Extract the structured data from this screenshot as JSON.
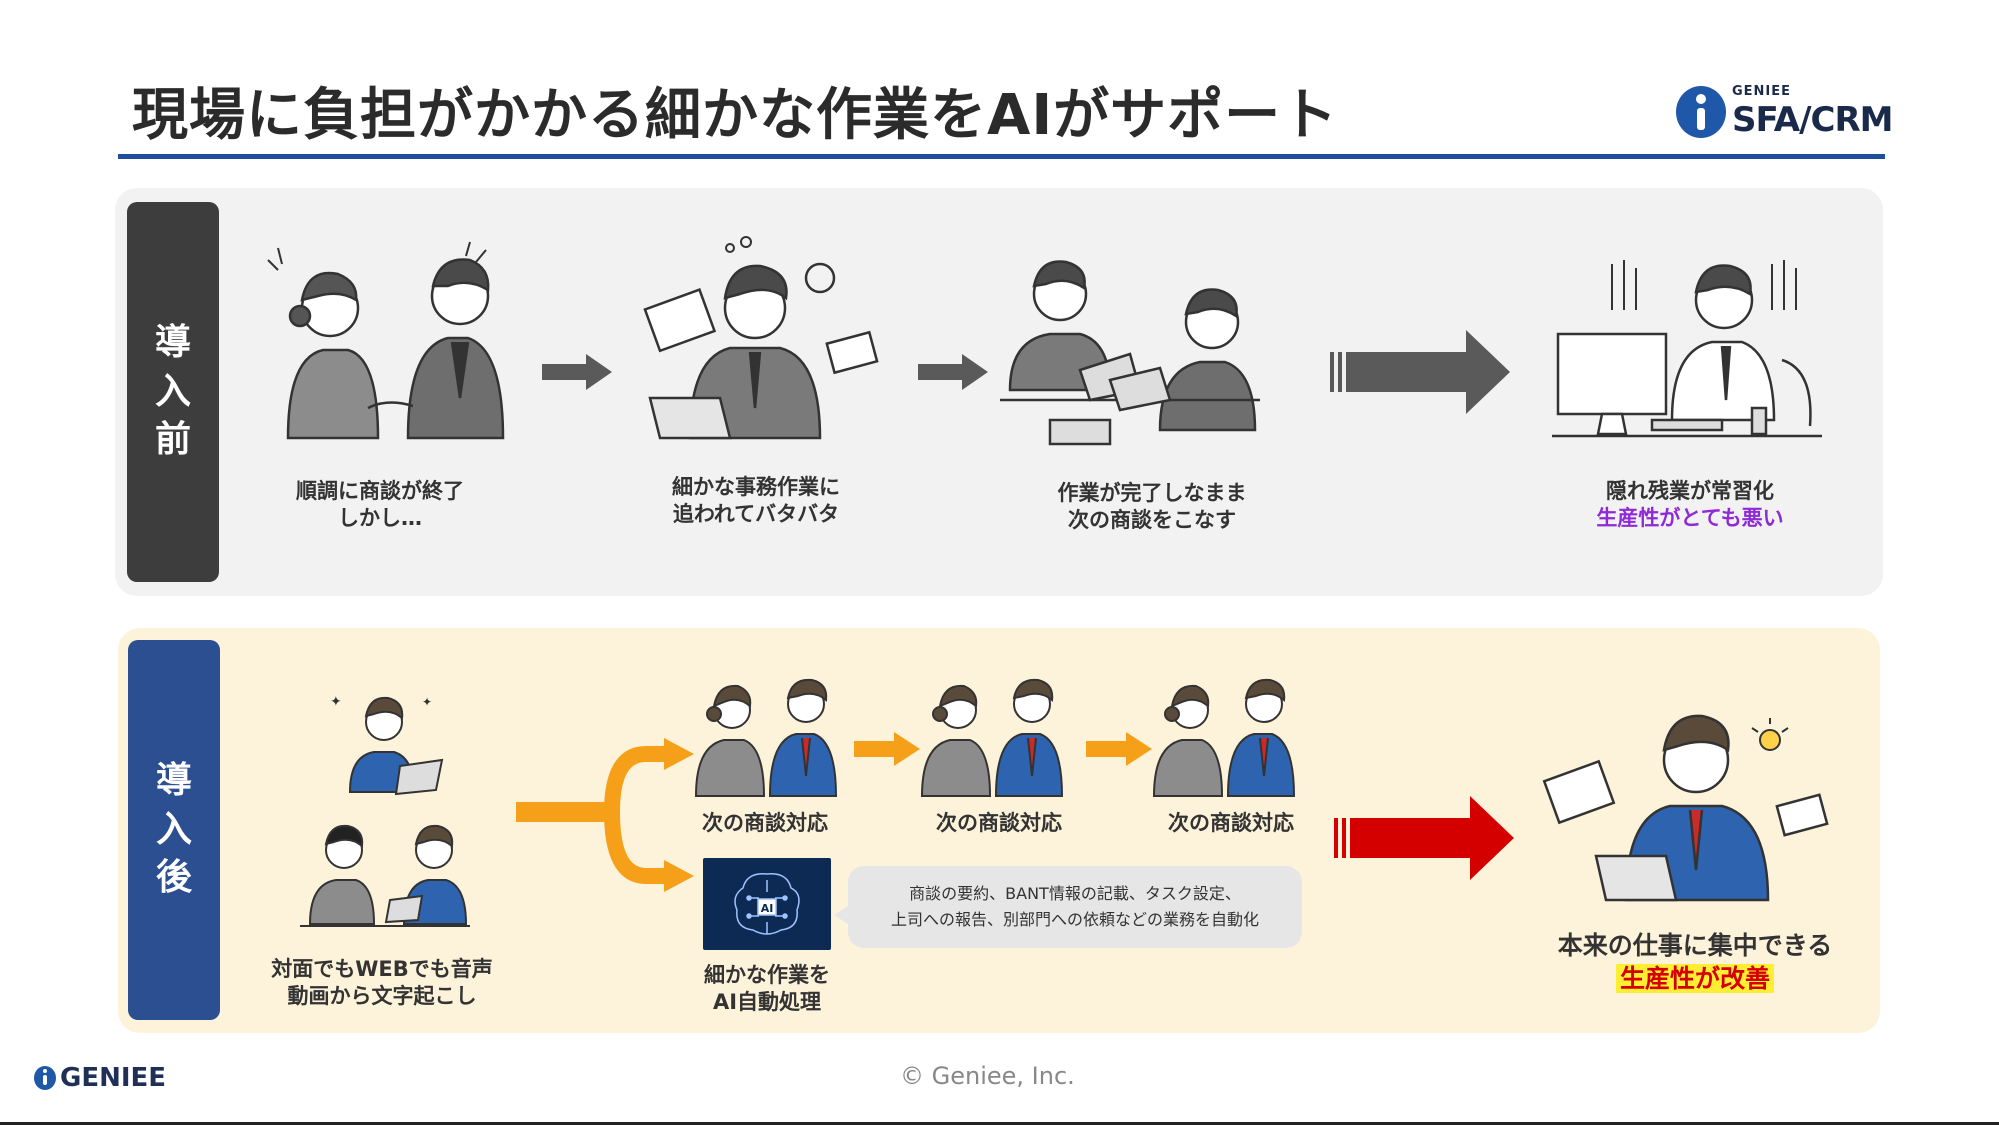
{
  "header": {
    "title": "現場に負担がかかる細かな作業をAIがサポート",
    "logo_small": "GENIEE",
    "logo_big": "SFA/CRM"
  },
  "before": {
    "side_label": [
      "導",
      "入",
      "前"
    ],
    "steps": [
      {
        "line1": "順調に商談が終了",
        "line2": "しかし…"
      },
      {
        "line1": "細かな事務作業に",
        "line2": "追われてバタバタ"
      },
      {
        "line1": "作業が完了しなまま",
        "line2": "次の商談をこなす"
      }
    ],
    "result": {
      "line1": "隠れ残業が常習化",
      "line2": "生産性がとても悪い"
    }
  },
  "after": {
    "side_label": [
      "導",
      "入",
      "後"
    ],
    "input_caption": {
      "line1": "対面でもWEBでも音声",
      "line2": "動画から文字起こし"
    },
    "next_meetings": [
      "次の商談対応",
      "次の商談対応",
      "次の商談対応"
    ],
    "ai_label": "AI",
    "ai_caption": {
      "line1": "細かな作業を",
      "line2": "AI自動処理"
    },
    "bubble": {
      "line1": "商談の要約、BANT情報の記載、タスク設定、",
      "line2": "上司への報告、別部門への依頼などの業務を自動化"
    },
    "result": {
      "line1": "本来の仕事に集中できる",
      "line2": "生産性が改善"
    }
  },
  "footer": {
    "logo": "GENIEE",
    "copyright": "© Geniee, Inc."
  },
  "colors": {
    "accent_blue": "#1f4e9c",
    "before_side": "#3d3d3d",
    "after_side": "#2b4f91",
    "orange_arrow": "#f6a01a",
    "red_arrow": "#d40000",
    "purple_text": "#8e2ad6",
    "highlight": "#ffee33"
  },
  "icons": [
    "person-handshake-icon",
    "busy-worker-icon",
    "desk-meeting-icon",
    "overtime-worker-icon",
    "web-meeting-icon",
    "ai-brain-icon",
    "happy-worker-icon"
  ]
}
